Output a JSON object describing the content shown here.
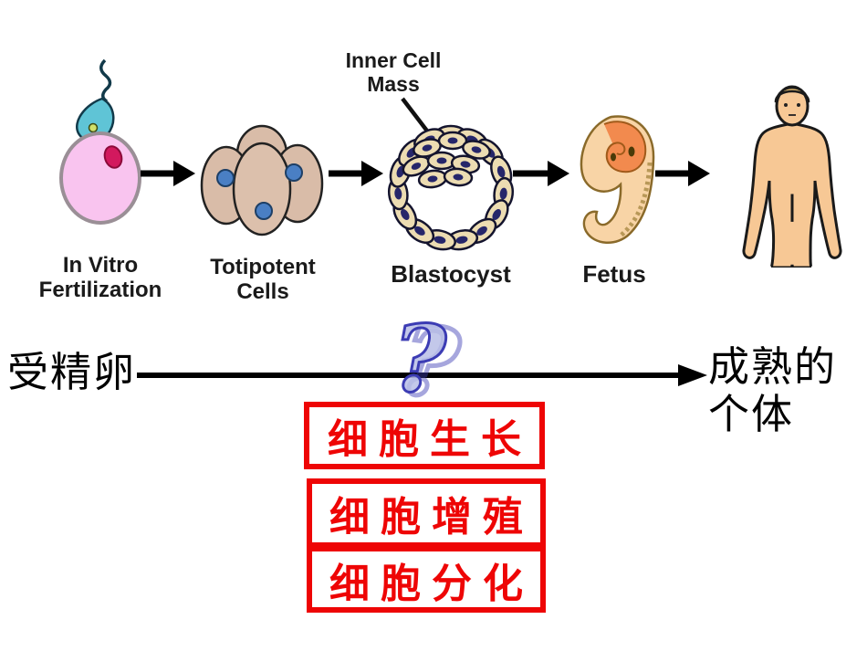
{
  "diagram": {
    "inner_cell_mass_label": "Inner Cell Mass",
    "stage_labels": [
      "In Vitro Fertilization",
      "Totipotent Cells",
      "Blastocyst",
      "Fetus"
    ]
  },
  "flow": {
    "start_label": "受精卵",
    "end_label_line1": "成熟的",
    "end_label_line2": "个体",
    "question_mark": "?"
  },
  "boxes": [
    {
      "label": "细胞生长"
    },
    {
      "label": "细胞增殖"
    },
    {
      "label": "细胞分化"
    }
  ],
  "colors": {
    "box_red": "#ee0505",
    "arrow_black": "#000000",
    "question_fill": "#b9bee6",
    "question_outline": "#3c3cb4",
    "egg_pink": "#f9c4ef",
    "cell_tan": "#d9bca8",
    "skin_tone": "#f7c895"
  }
}
